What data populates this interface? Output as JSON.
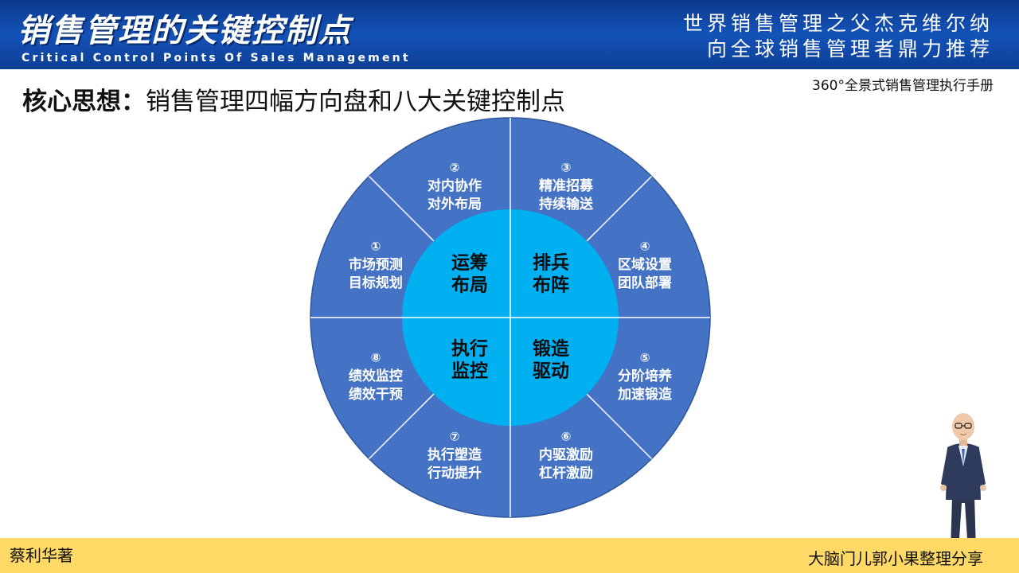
{
  "header": {
    "title": "销售管理的关键控制点",
    "subtitle_en": "Critical Control Points Of Sales Management",
    "right_line1": "世界销售管理之父杰克维尔纳",
    "right_line2": "向全球销售管理者鼎力推荐"
  },
  "handbook": "360°全景式销售管理执行手册",
  "core_idea": {
    "label": "核心思想：",
    "text": "销售管理四幅方向盘和八大关键控制点"
  },
  "wheel": {
    "outer": [
      {
        "num": "①",
        "line1": "市场预测",
        "line2": "目标规划"
      },
      {
        "num": "②",
        "line1": "对内协作",
        "line2": "对外布局"
      },
      {
        "num": "③",
        "line1": "精准招募",
        "line2": "持续输送"
      },
      {
        "num": "④",
        "line1": "区域设置",
        "line2": "团队部署"
      },
      {
        "num": "⑤",
        "line1": "分阶培养",
        "line2": "加速锻造"
      },
      {
        "num": "⑥",
        "line1": "内驱激励",
        "line2": "杠杆激励"
      },
      {
        "num": "⑦",
        "line1": "执行塑造",
        "line2": "行动提升"
      },
      {
        "num": "⑧",
        "line1": "绩效监控",
        "line2": "绩效干预"
      }
    ],
    "inner": [
      {
        "line1": "运筹",
        "line2": "布局"
      },
      {
        "line1": "排兵",
        "line2": "布阵"
      },
      {
        "line1": "锻造",
        "line2": "驱动"
      },
      {
        "line1": "执行",
        "line2": "监控"
      }
    ],
    "colors": {
      "outer": "#4472c4",
      "inner": "#00b0f0",
      "divider": "#ffffff",
      "outer_text": "#ffffff",
      "inner_text": "#0d0d0d"
    }
  },
  "footer": {
    "author": "蔡利华著",
    "sharer": "大脑门儿郭小果整理分享",
    "bg": "#ffd966"
  },
  "header_color": "#1452b8"
}
